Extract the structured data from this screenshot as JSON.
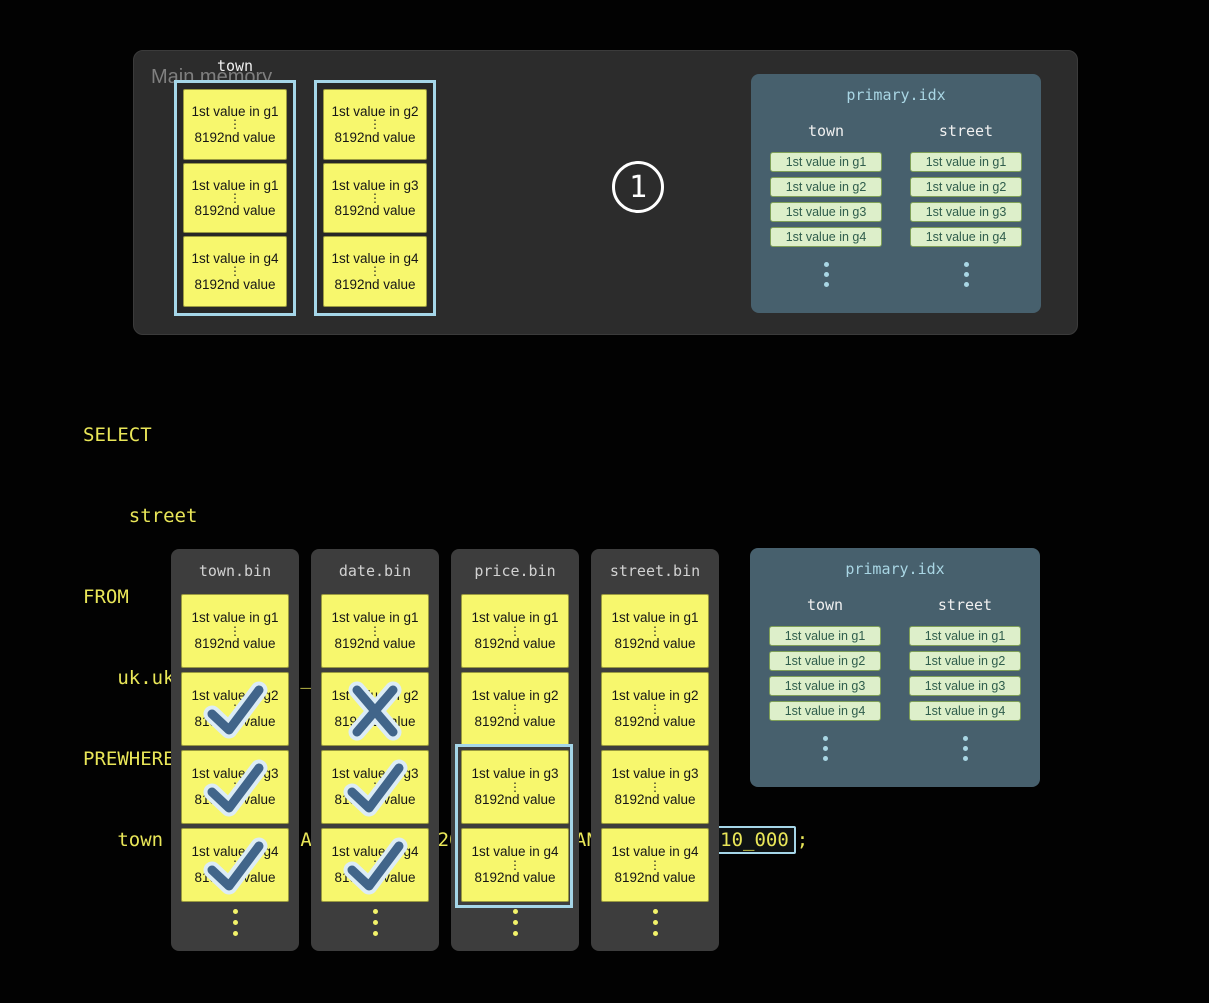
{
  "ui": {
    "vdots": "⋮",
    "block_last": "8192nd value"
  },
  "memory": {
    "label": "Main memory",
    "column_label": "town",
    "step_badge": "1",
    "stacks": [
      {
        "selected": true,
        "granules": [
          "1st value in g1",
          "1st value in g1",
          "1st value in g4"
        ]
      },
      {
        "selected": true,
        "granules": [
          "1st value in g2",
          "1st value in g3",
          "1st value in g4"
        ]
      }
    ]
  },
  "idx": {
    "title": "primary.idx",
    "columns": [
      {
        "header": "town",
        "entries": [
          "1st value in g1",
          "1st value in g2",
          "1st value in g3",
          "1st value in g4"
        ]
      },
      {
        "header": "street",
        "entries": [
          "1st value in g1",
          "1st value in g2",
          "1st value in g3",
          "1st value in g4"
        ]
      }
    ]
  },
  "sql": {
    "lines": [
      "SELECT",
      "    street",
      "FROM",
      "   uk.uk_price_paid_simple",
      "PREWHERE"
    ],
    "last_line": {
      "before": "   town = 'LONDON' AND date > '2024-12-31' AND ",
      "boxed": "price < 10_000",
      "after": ";"
    }
  },
  "bins": [
    {
      "title": "town.bin",
      "granules": [
        "1st value in g1",
        "1st value in g2",
        "1st value in g3",
        "1st value in g4"
      ],
      "marks": [
        "none",
        "check",
        "check",
        "check"
      ]
    },
    {
      "title": "date.bin",
      "granules": [
        "1st value in g1",
        "1st value in g2",
        "1st value in g3",
        "1st value in g4"
      ],
      "marks": [
        "none",
        "x",
        "check",
        "check"
      ]
    },
    {
      "title": "price.bin",
      "granules": [
        "1st value in g1",
        "1st value in g2",
        "1st value in g3",
        "1st value in g4"
      ],
      "marks": [
        "none",
        "none",
        "none",
        "none"
      ],
      "selected_granules": [
        "g3",
        "g4"
      ]
    },
    {
      "title": "street.bin",
      "granules": [
        "1st value in g1",
        "1st value in g2",
        "1st value in g3",
        "1st value in g4"
      ],
      "marks": [
        "none",
        "none",
        "none",
        "none"
      ]
    }
  ],
  "colors": {
    "background": "#020202",
    "panel_dark": "#2c2c2c",
    "panel_bin": "#3d3d3d",
    "granule_yellow": "#f7f76d",
    "selection_blue": "#a5d6e8",
    "idx_panel": "#47606d",
    "idx_title": "#a9d6e4",
    "pill_bg": "#ddefca",
    "pill_text": "#2f5d4c",
    "sql_yellow": "#e9e658",
    "check_dark": "#41658a",
    "check_halo": "#dcecf6"
  }
}
